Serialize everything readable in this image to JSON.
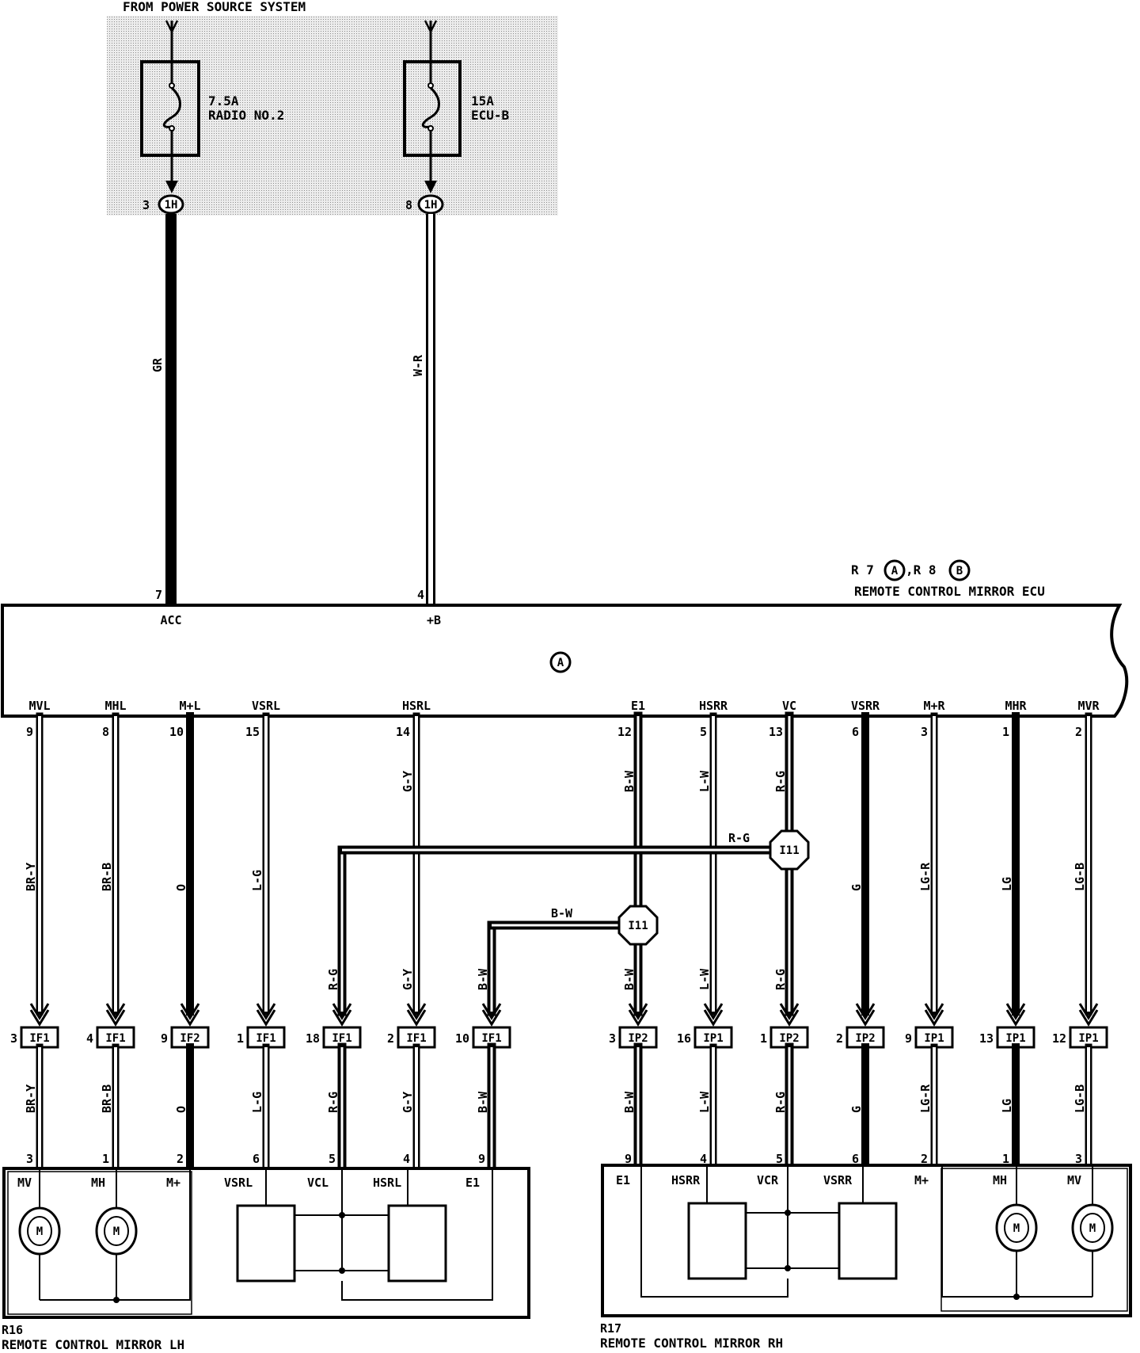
{
  "source": {
    "title": "FROM POWER SOURCE SYSTEM",
    "fuses": [
      {
        "amp": "7.5A",
        "name": "RADIO NO.2",
        "pin": "3",
        "connector": "1H",
        "wire": "GR",
        "ecu_pin": "7",
        "ecu_label": "ACC"
      },
      {
        "amp": "15A",
        "name": "ECU-B",
        "pin": "8",
        "connector": "1H",
        "wire": "W-R",
        "ecu_pin": "4",
        "ecu_label": "+B"
      }
    ]
  },
  "ecu": {
    "id_prefix_1": "R 7",
    "id_circle_1": "A",
    "id_mid": ",R 8",
    "id_circle_2": "B",
    "name": "REMOTE CONTROL MIRROR ECU",
    "connector": "A"
  },
  "wires": [
    {
      "label": "MVL",
      "pin": "9",
      "color_top": "BR-Y",
      "jc_pin": "3",
      "jc": "IF1",
      "color_bottom": "BR-Y",
      "mirror_pin": "3"
    },
    {
      "label": "MHL",
      "pin": "8",
      "color_top": "BR-B",
      "jc_pin": "4",
      "jc": "IF1",
      "color_bottom": "BR-B",
      "mirror_pin": "1"
    },
    {
      "label": "M+L",
      "pin": "10",
      "color_top": "O",
      "jc_pin": "9",
      "jc": "IF2",
      "color_bottom": "O",
      "mirror_pin": "2"
    },
    {
      "label": "VSRL",
      "pin": "15",
      "color_top": "L-G",
      "jc_pin": "1",
      "jc": "IF1",
      "color_bottom": "L-G",
      "mirror_pin": "6"
    },
    {
      "label": "",
      "pin": "",
      "color_top": "R-G",
      "jc_pin": "18",
      "jc": "IF1",
      "color_bottom": "R-G",
      "mirror_pin": "5"
    },
    {
      "label": "HSRL",
      "pin": "14",
      "color_top": "G-Y",
      "color_mid": "G-Y",
      "jc_pin": "2",
      "jc": "IF1",
      "color_bottom": "G-Y",
      "mirror_pin": "4"
    },
    {
      "label": "",
      "pin": "",
      "color_top": "B-W",
      "jc_pin": "10",
      "jc": "IF1",
      "color_bottom": "B-W",
      "mirror_pin": "9"
    },
    {
      "label": "E1",
      "pin": "12",
      "color_top": "B-W",
      "color_mid": "B-W",
      "jc_pin": "3",
      "jc": "IP2",
      "color_bottom": "B-W",
      "mirror_pin": "9"
    },
    {
      "label": "HSRR",
      "pin": "5",
      "color_top": "L-W",
      "color_mid": "L-W",
      "jc_pin": "16",
      "jc": "IP1",
      "color_bottom": "L-W",
      "mirror_pin": "4"
    },
    {
      "label": "VC",
      "pin": "13",
      "color_top": "R-G",
      "color_mid": "R-G",
      "jc_pin": "1",
      "jc": "IP2",
      "color_bottom": "R-G",
      "mirror_pin": "5"
    },
    {
      "label": "VSRR",
      "pin": "6",
      "color_top": "G",
      "jc_pin": "2",
      "jc": "IP2",
      "color_bottom": "G",
      "mirror_pin": "6"
    },
    {
      "label": "M+R",
      "pin": "3",
      "color_top": "LG-R",
      "jc_pin": "9",
      "jc": "IP1",
      "color_bottom": "LG-R",
      "mirror_pin": "2"
    },
    {
      "label": "MHR",
      "pin": "1",
      "color_top": "LG",
      "jc_pin": "13",
      "jc": "IP1",
      "color_bottom": "LG",
      "mirror_pin": "1"
    },
    {
      "label": "MVR",
      "pin": "2",
      "color_top": "LG-B",
      "jc_pin": "12",
      "jc": "IP1",
      "color_bottom": "LG-B",
      "mirror_pin": "3"
    }
  ],
  "junctions": [
    {
      "label": "I11",
      "wire_label": "R-G"
    },
    {
      "label": "I11",
      "wire_label": "B-W"
    }
  ],
  "mirror_lh": {
    "id": "R16",
    "name": "REMOTE CONTROL MIRROR LH",
    "terminals": [
      "MV",
      "MH",
      "M+",
      "VSRL",
      "VCL",
      "HSRL",
      "E1"
    ]
  },
  "mirror_rh": {
    "id": "R17",
    "name": "REMOTE CONTROL MIRROR RH",
    "terminals": [
      "E1",
      "HSRR",
      "VCR",
      "VSRR",
      "M+",
      "MH",
      "MV"
    ]
  },
  "motor_symbol": "M",
  "colors": {
    "ink": "#000000",
    "shade": "#d9d9d9",
    "paper": "#ffffff"
  }
}
